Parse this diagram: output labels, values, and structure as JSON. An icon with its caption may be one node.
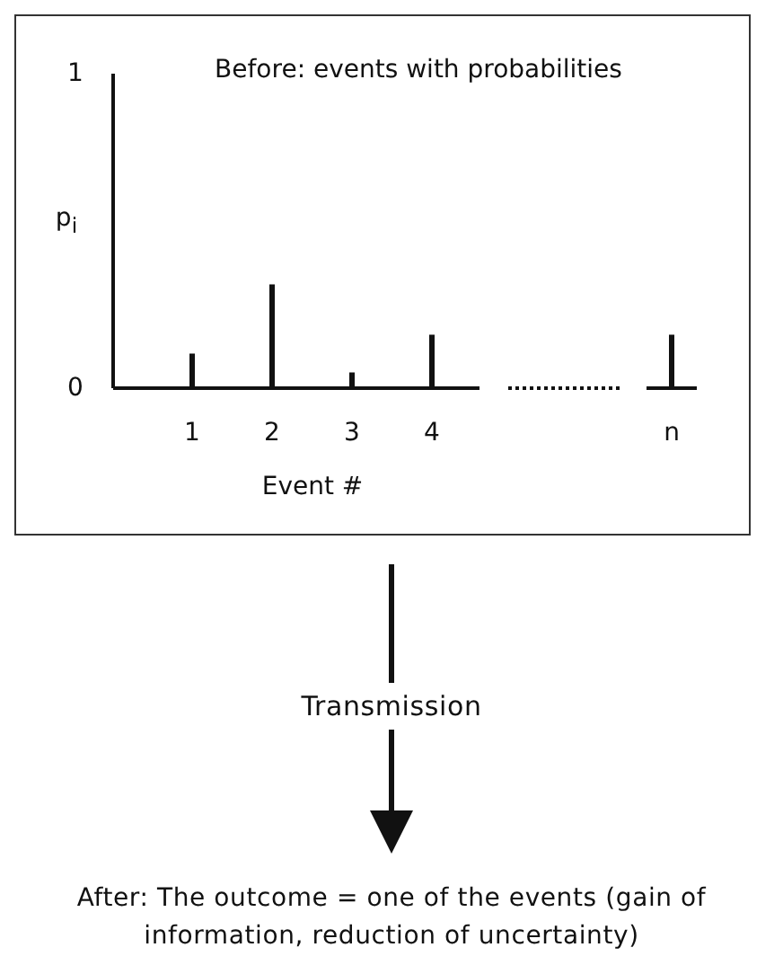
{
  "diagram": {
    "nodes": [
      {
        "text": [],
        "shape": "box"
      },
      {
        "text": [
          "After: The outcome = one of the events (gain of information, reduction of uncertainty)"
        ]
      }
    ],
    "edges": [
      {
        "from": 0,
        "to": 1,
        "arrow": "to",
        "label": "Transmission"
      }
    ],
    "chart_data": {
      "type": "bar",
      "title": "Before: events with probabilities",
      "xlabel": "Event #",
      "ylabel": "p$_{i}$",
      "categories": [
        "1",
        "2",
        "3",
        "4",
        null,
        null,
        "n"
      ],
      "values": [
        0.11,
        0.33,
        0.05,
        0.17,
        null,
        null,
        0.17
      ],
      "ylim": [
        0,
        1
      ],
      "yticks": [
        0,
        1
      ]
    }
  }
}
